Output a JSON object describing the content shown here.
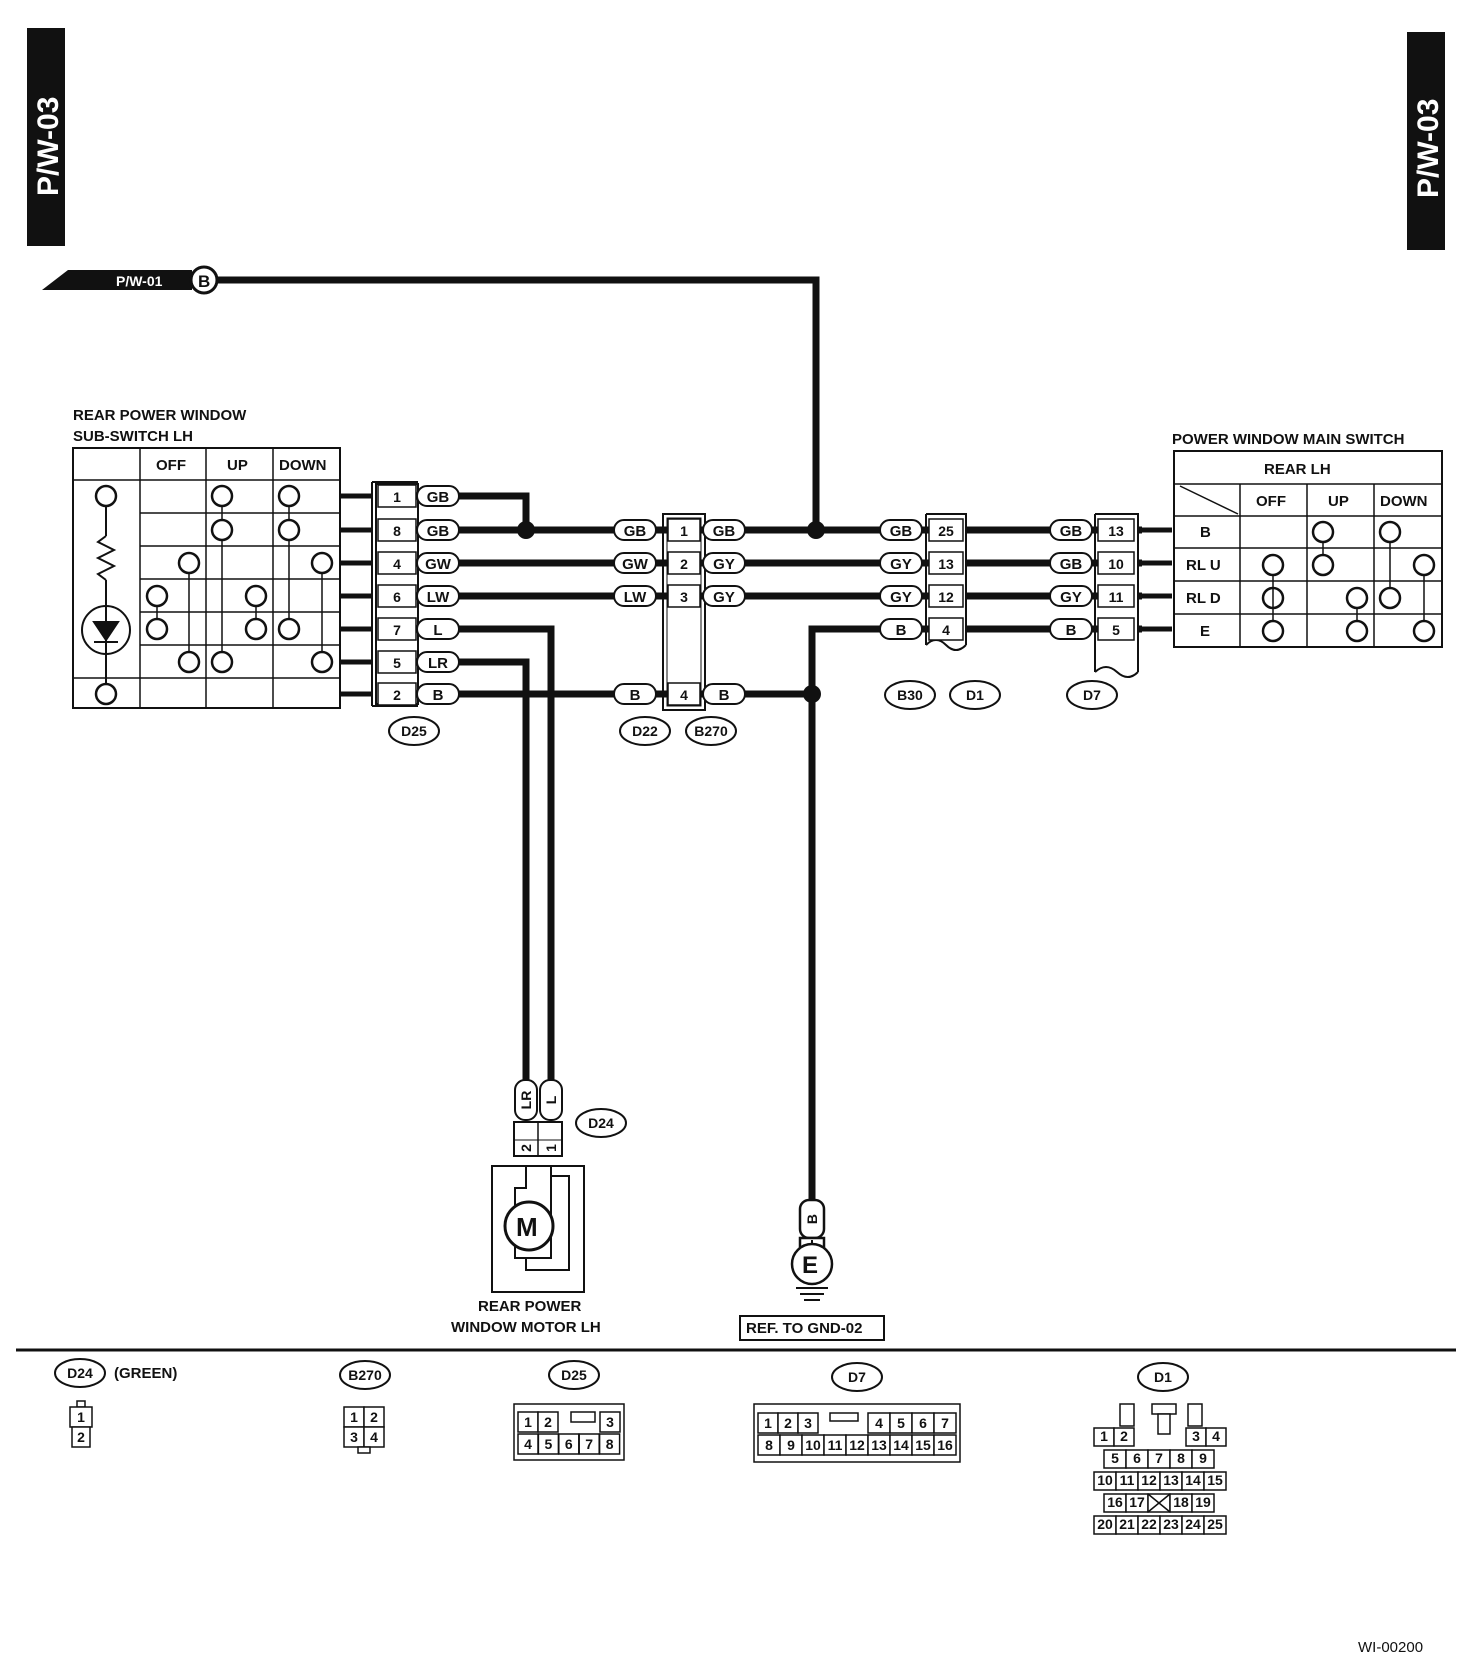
{
  "page": {
    "code": "P/W-03",
    "code_right": "P/W-03",
    "figure_id": "WI-00200"
  },
  "source": {
    "ref_label": "P/W-01",
    "ref_node": "B"
  },
  "sub_switch": {
    "title_line1": "REAR POWER WINDOW",
    "title_line2": "SUB-SWITCH LH",
    "columns": [
      "OFF",
      "UP",
      "DOWN"
    ]
  },
  "main_switch": {
    "title": "POWER WINDOW MAIN SWITCH",
    "subtitle": "REAR LH",
    "columns": [
      "OFF",
      "UP",
      "DOWN"
    ],
    "rows": [
      "B",
      "RL U",
      "RL D",
      "E"
    ]
  },
  "d25": {
    "label": "D25",
    "pins": [
      "1",
      "8",
      "4",
      "6",
      "7",
      "5",
      "2"
    ],
    "wires": [
      "GB",
      "GB",
      "GW",
      "LW",
      "L",
      "LR",
      "B"
    ]
  },
  "b270": {
    "label_left": "D22",
    "label_right": "B270",
    "left_wires": [
      "GB",
      "GW",
      "LW",
      "B"
    ],
    "pins": [
      "1",
      "2",
      "3",
      "4"
    ],
    "right_wires": [
      "GB",
      "GY",
      "GY",
      "B"
    ]
  },
  "b30": {
    "label_left": "B30",
    "label_right": "D1",
    "left_wires": [
      "GB",
      "GY",
      "GY",
      "B"
    ],
    "pins": [
      "25",
      "13",
      "12",
      "4"
    ]
  },
  "d7": {
    "label": "D7",
    "left_wires": [
      "GB",
      "GB",
      "GY",
      "B"
    ],
    "pins": [
      "13",
      "10",
      "11",
      "5"
    ]
  },
  "motor": {
    "connector": "D24",
    "wires": [
      "LR",
      "L"
    ],
    "pins": [
      "2",
      "1"
    ],
    "symbol": "M",
    "title_line1": "REAR POWER",
    "title_line2": "WINDOW MOTOR LH"
  },
  "ground": {
    "wire": "B",
    "symbol": "E",
    "ref": "REF. TO GND-02"
  },
  "connector_views": {
    "d24": {
      "label": "D24",
      "note": "(GREEN)",
      "pins": [
        "1",
        "2"
      ]
    },
    "b270": {
      "label": "B270",
      "pins": [
        "1",
        "2",
        "3",
        "4"
      ]
    },
    "d25": {
      "label": "D25",
      "pins_top": [
        "1",
        "2",
        "3"
      ],
      "pins_bottom": [
        "4",
        "5",
        "6",
        "7",
        "8"
      ]
    },
    "d7": {
      "label": "D7",
      "pins_top": [
        "1",
        "2",
        "3",
        "4",
        "5",
        "6",
        "7"
      ],
      "pins_bottom": [
        "8",
        "9",
        "10",
        "11",
        "12",
        "13",
        "14",
        "15",
        "16"
      ]
    },
    "d1": {
      "label": "D1",
      "rows": [
        [
          "1",
          "2",
          "3",
          "4"
        ],
        [
          "5",
          "6",
          "7",
          "8",
          "9"
        ],
        [
          "10",
          "11",
          "12",
          "13",
          "14",
          "15"
        ],
        [
          "16",
          "17",
          "18",
          "19"
        ],
        [
          "20",
          "21",
          "22",
          "23",
          "24",
          "25"
        ]
      ]
    }
  }
}
